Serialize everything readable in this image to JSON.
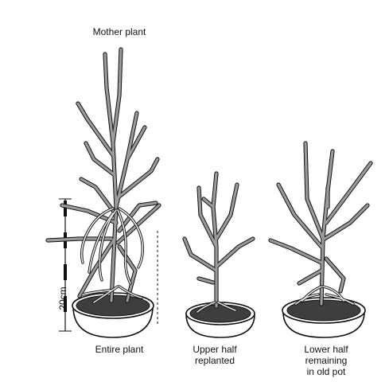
{
  "labels": {
    "mother_plant": "Mother plant",
    "entire_plant": "Entire plant",
    "upper_half": [
      "Upper half",
      "replanted"
    ],
    "lower_half": [
      "Lower half",
      "remaining",
      "in old pot"
    ],
    "scale": "20cm"
  },
  "colors": {
    "outline": "#111111",
    "stem_fill": "#9a9a9a",
    "soil": "#3e3e3e"
  }
}
